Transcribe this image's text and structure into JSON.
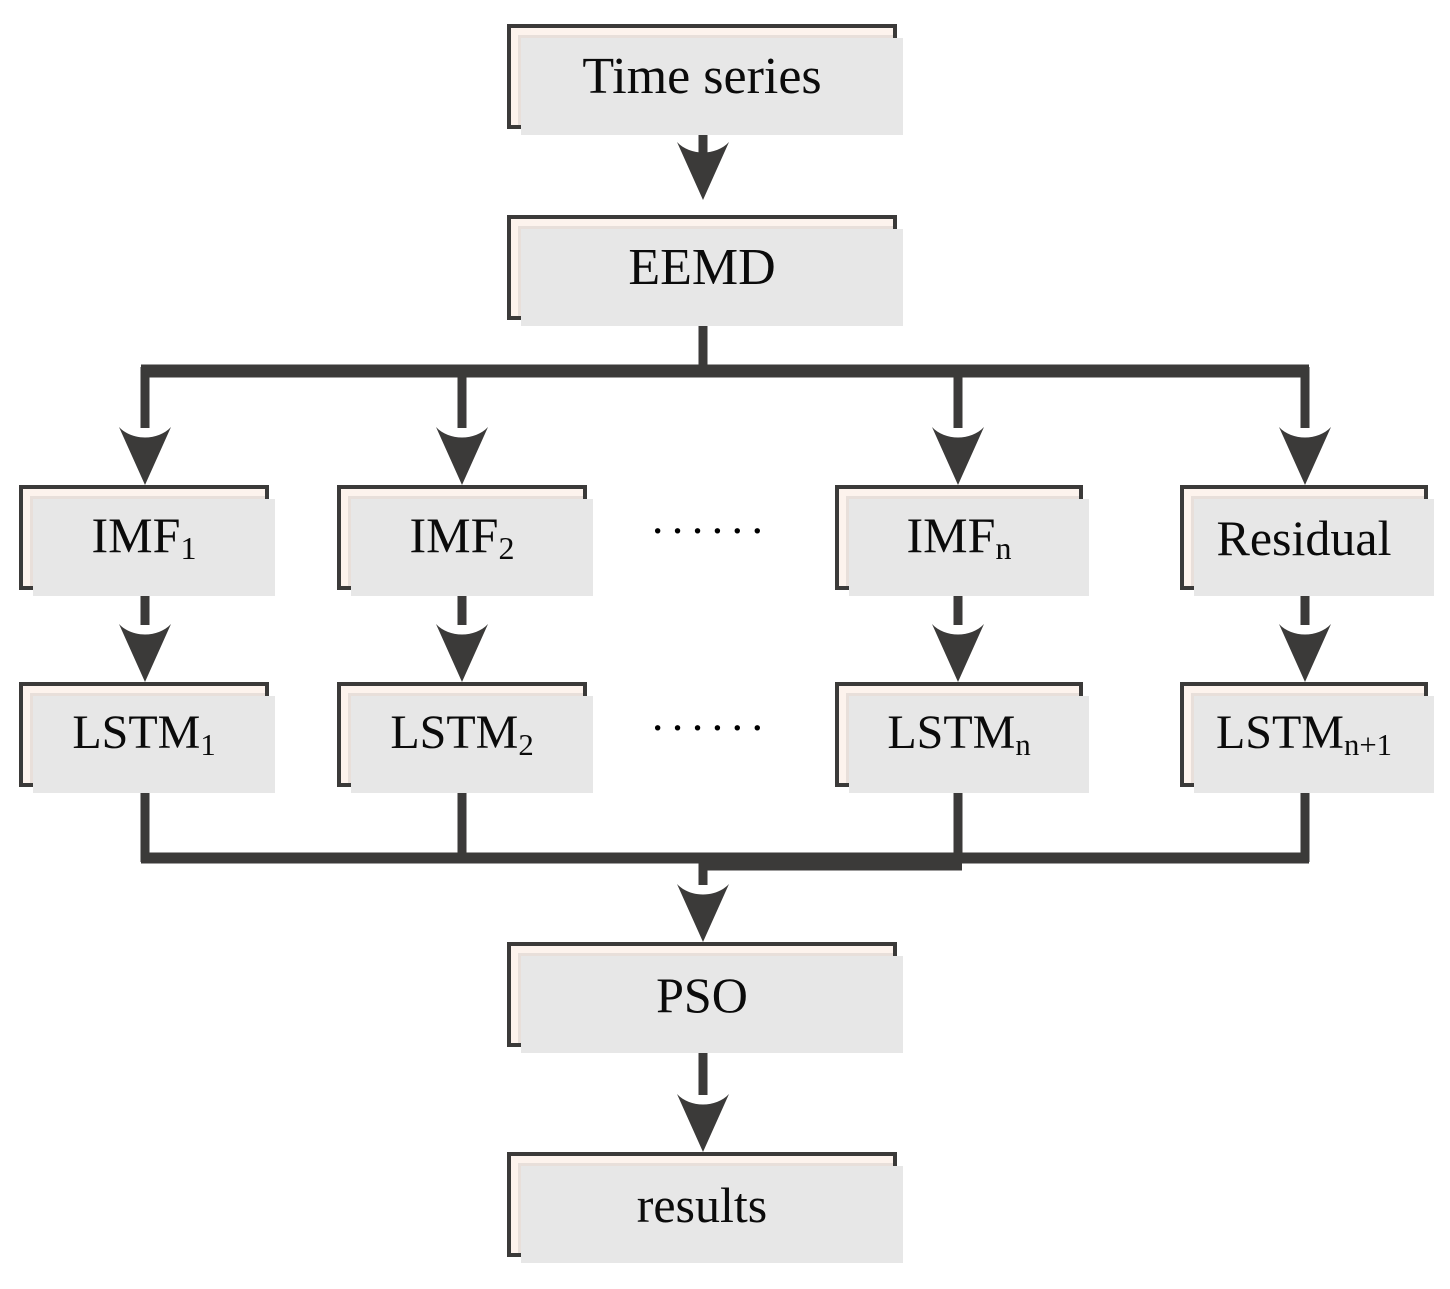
{
  "diagram": {
    "title_text": "",
    "colors": {
      "node_fill": "#e8dfda",
      "node_border": "#3b3a39",
      "node_highlight": "#fdf3ed",
      "node_shadow": "#e7e7e7",
      "connector": "#3b3a39",
      "background": "#ffffff",
      "text": "#0b0b0b"
    },
    "nodes": {
      "time_series": {
        "label": "Time series"
      },
      "eemd": {
        "label": "EEMD"
      },
      "imf1": {
        "base": "IMF",
        "sub": "1"
      },
      "imf2": {
        "base": "IMF",
        "sub": "2"
      },
      "imfn": {
        "base": "IMF",
        "sub": "n"
      },
      "residual": {
        "label": "Residual"
      },
      "lstm1": {
        "base": "LSTM",
        "sub": "1"
      },
      "lstm2": {
        "base": "LSTM",
        "sub": "2"
      },
      "lstmn": {
        "base": "LSTM",
        "sub": "n"
      },
      "lstmn1": {
        "base": "LSTM",
        "sub": "n+1"
      },
      "pso": {
        "label": "PSO"
      },
      "results": {
        "label": "results"
      }
    },
    "ellipsis": {
      "imf_row": "······",
      "lstm_row": "······"
    },
    "flow": {
      "steps": [
        "Time series",
        "EEMD",
        "IMF1 / IMF2 / ...... / IMFn / Residual",
        "LSTM1 / LSTM2 / ...... / LSTMn / LSTMn+1",
        "PSO",
        "results"
      ]
    }
  }
}
